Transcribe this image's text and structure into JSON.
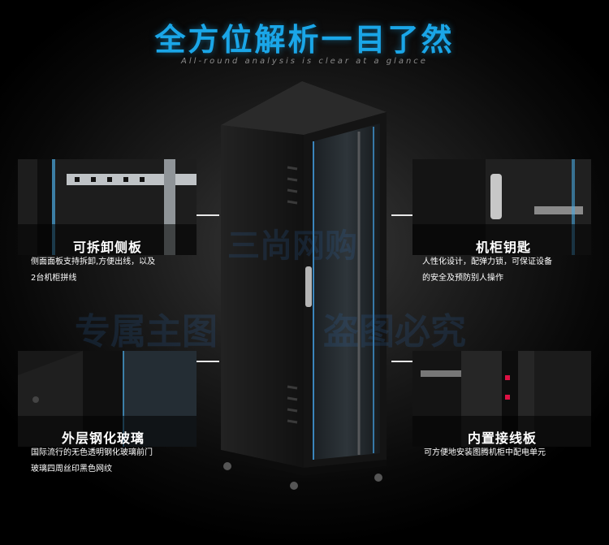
{
  "header": {
    "title": "全方位解析一目了然",
    "subtitle": "All-round analysis is clear at a glance"
  },
  "features": {
    "side_panel": {
      "title": "可拆卸侧板",
      "desc_line1": "侧面面板支持拆卸,方便出线，以及",
      "desc_line2": "2台机柜拼线"
    },
    "key_lock": {
      "title": "机柜钥匙",
      "desc_line1": "人性化设计，配弹力锁，可保证设备",
      "desc_line2": "的安全及预防别人操作"
    },
    "glass": {
      "title": "外层钢化玻璃",
      "desc_line1": "国际流行的无色透明钢化玻璃前门",
      "desc_line2": "玻璃四周丝印黑色网纹"
    },
    "wiring": {
      "title": "内置接线板",
      "desc_line1": "可方便地安装图腾机柜中配电单元"
    }
  },
  "watermarks": {
    "line1": "三尚网购",
    "line2": "专属主图",
    "line3": "盗图必究"
  },
  "colors": {
    "accent": "#1aa6e8",
    "text": "#ffffff",
    "background": "#000000"
  }
}
